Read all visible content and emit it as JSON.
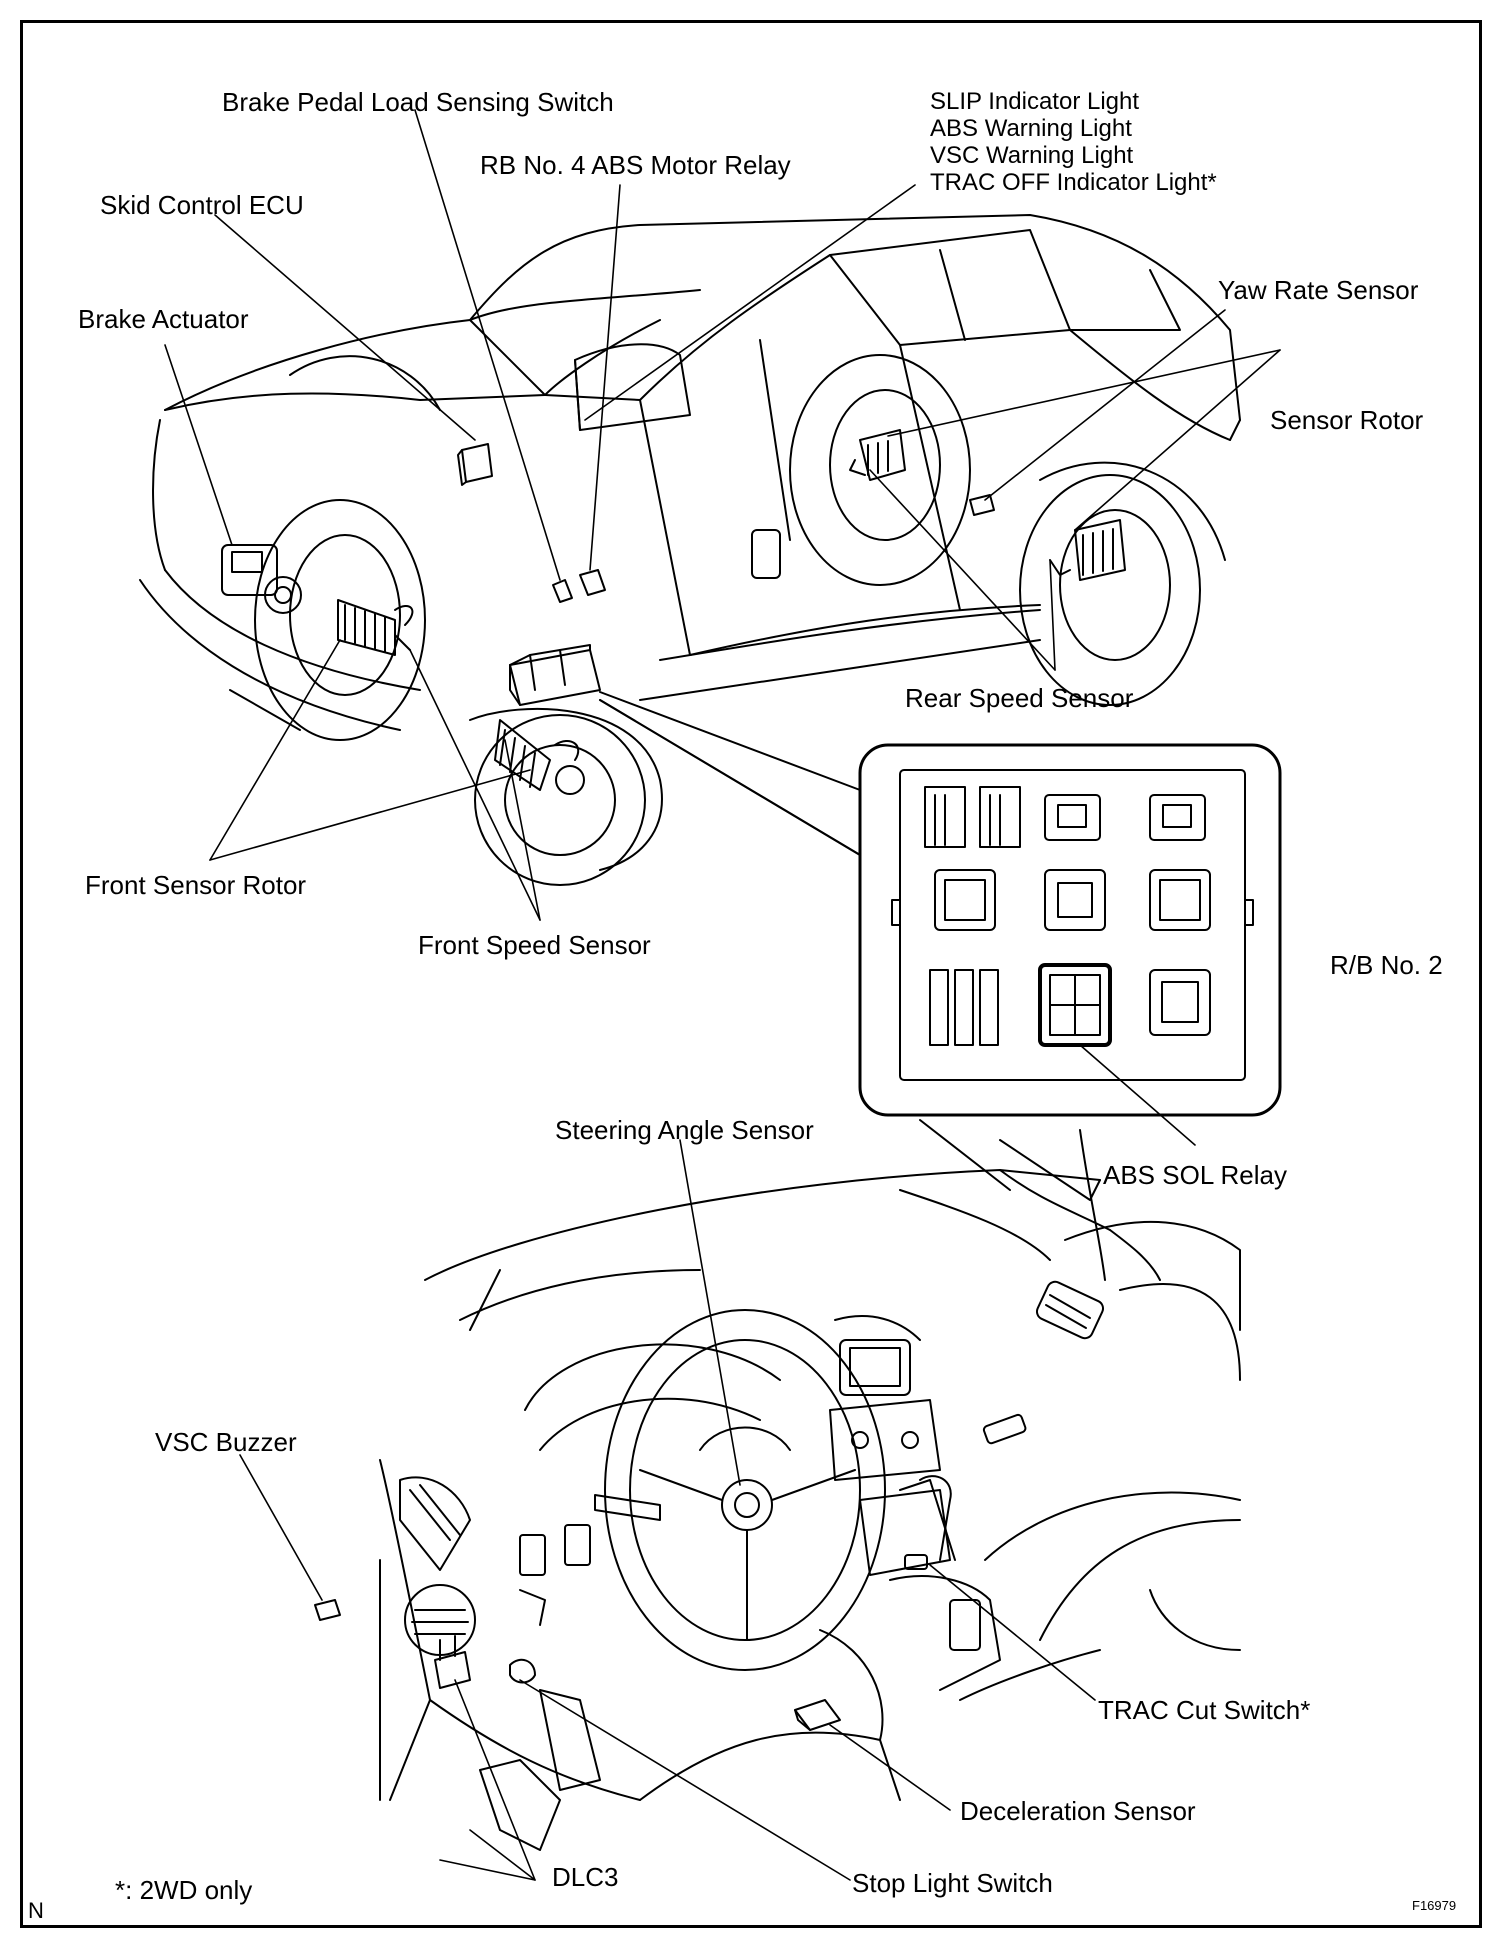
{
  "labels": {
    "brake_pedal_load_sensing_switch": "Brake Pedal Load Sensing Switch",
    "rb_no4_abs_motor_relay": "RB No. 4 ABS Motor Relay",
    "skid_control_ecu": "Skid Control ECU",
    "brake_actuator": "Brake Actuator",
    "indicator_lights": [
      "SLIP Indicator Light",
      "ABS Warning Light",
      "VSC Warning Light",
      "TRAC OFF Indicator Light*"
    ],
    "yaw_rate_sensor": "Yaw Rate Sensor",
    "sensor_rotor": "Sensor Rotor",
    "rear_speed_sensor": "Rear Speed Sensor",
    "front_sensor_rotor": "Front Sensor Rotor",
    "front_speed_sensor": "Front Speed Sensor",
    "rb_no2": "R/B No. 2",
    "abs_sol_relay": "ABS SOL Relay",
    "steering_angle_sensor": "Steering Angle Sensor",
    "vsc_buzzer": "VSC Buzzer",
    "trac_cut_switch": "TRAC Cut Switch*",
    "deceleration_sensor": "Deceleration Sensor",
    "dlc3": "DLC3",
    "stop_light_switch": "Stop Light Switch",
    "footnote": "*: 2WD only",
    "corner_mark": "N",
    "figure_code": "F16979"
  }
}
